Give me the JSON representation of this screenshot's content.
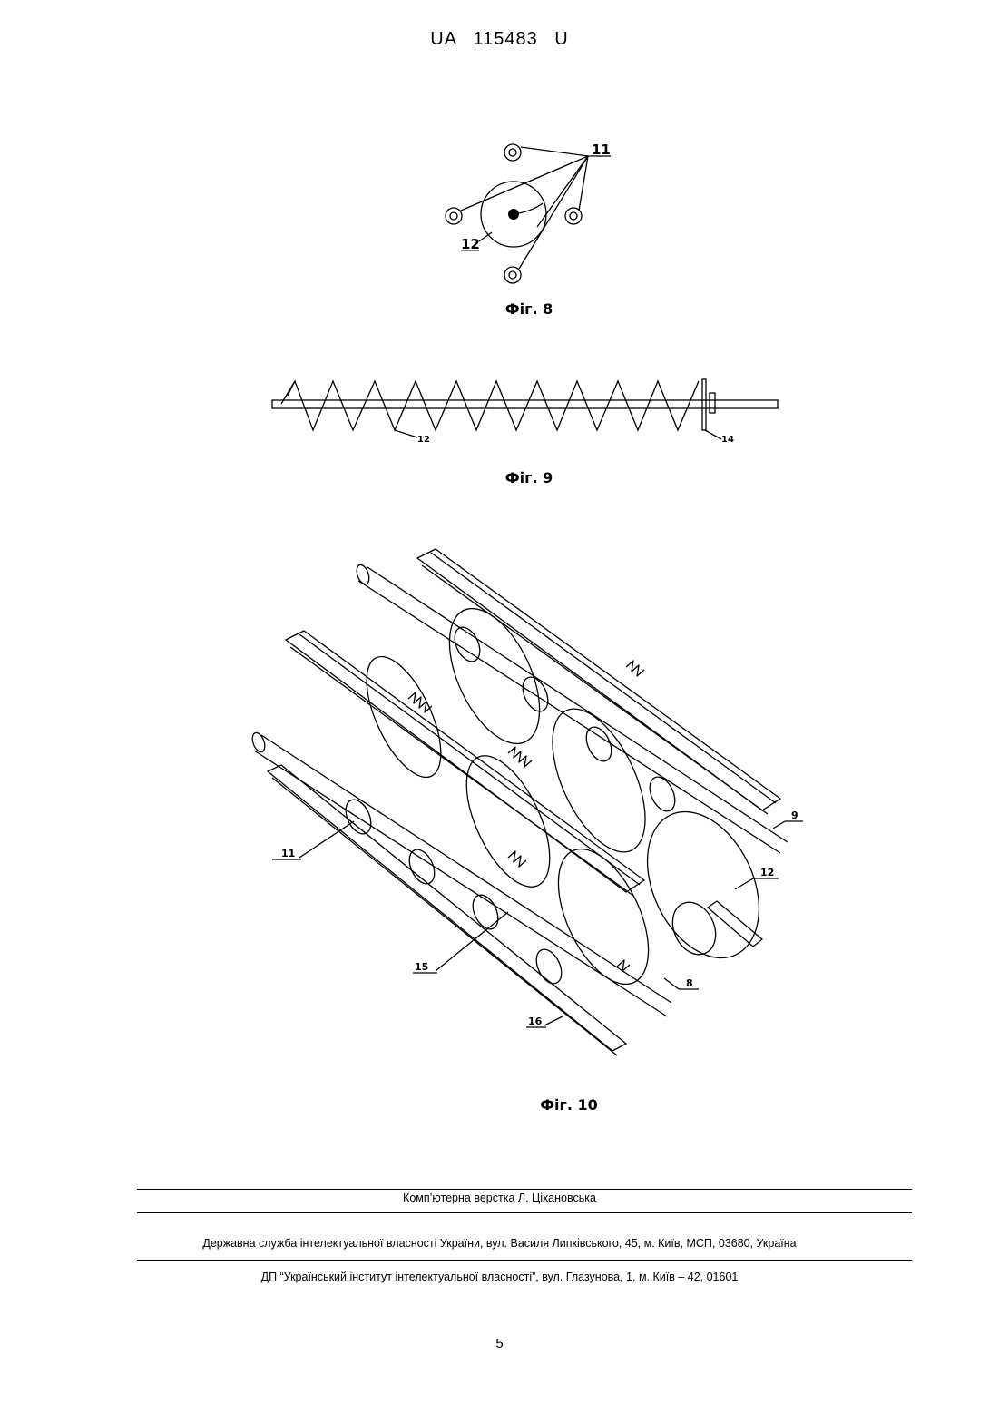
{
  "header": {
    "doc_number": "UA   115483   U"
  },
  "figures": {
    "fig8": {
      "caption": "Фіг. 8",
      "labels": [
        "11",
        "12"
      ]
    },
    "fig9": {
      "caption": "Фіг. 9",
      "labels": [
        "12",
        "14"
      ]
    },
    "fig10": {
      "caption": "Фіг. 10",
      "labels": [
        "11",
        "15",
        "16",
        "9",
        "12",
        "8"
      ]
    }
  },
  "footer": {
    "layout_credit": "Комп’ютерна верстка Л. Ціхановська",
    "office_line": "Державна служба інтелектуальної власності України, вул. Василя Липківського, 45, м. Київ, МСП, 03680, Україна",
    "institute_line": "ДП “Український інститут інтелектуальної власності”, вул. Глазунова, 1, м. Київ – 42, 01601"
  },
  "page_number": "5"
}
